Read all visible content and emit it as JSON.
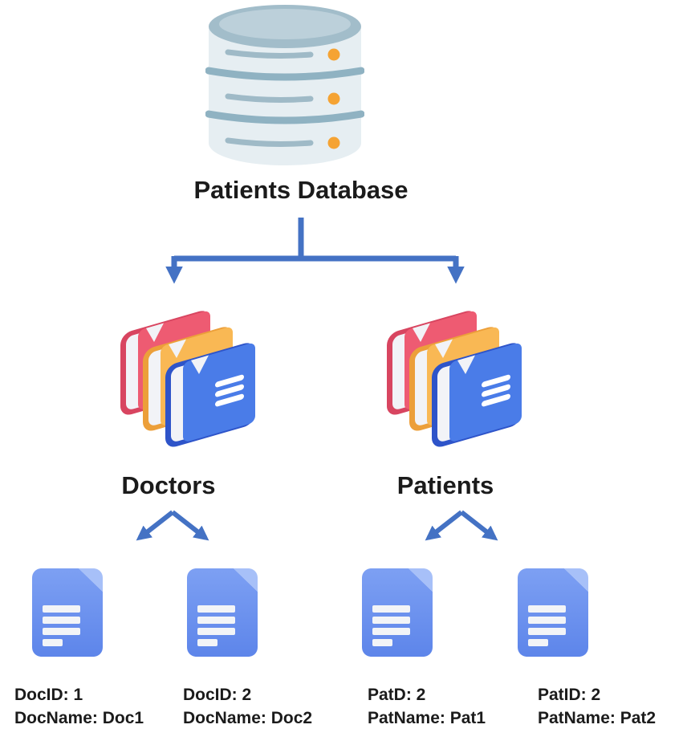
{
  "title": "Patients Database",
  "branches": [
    {
      "label": "Doctors",
      "documents": [
        {
          "id_line": "DocID: 1",
          "name_line": "DocName: Doc1"
        },
        {
          "id_line": "DocID: 2",
          "name_line": "DocName: Doc2"
        }
      ]
    },
    {
      "label": "Patients",
      "documents": [
        {
          "id_line": "PatD: 2",
          "name_line": "PatName: Pat1"
        },
        {
          "id_line": "PatID: 2",
          "name_line": "PatName: Pat2"
        }
      ]
    }
  ],
  "icons": {
    "root": "database-icon",
    "branch": "folder-stack-icon",
    "leaf": "document-icon",
    "connectors": [
      "down-arrow",
      "split-arrows"
    ]
  },
  "colors": {
    "arrow": "#4472c4",
    "text": "#1b1b1b",
    "db_body": "#e6eef2",
    "db_top": "#a2bdca",
    "db_top_highlight": "#bcd0da",
    "db_separator": "#8fb2c2",
    "db_stripe": "#9fbac7",
    "db_dot": "#f5a333",
    "folder_red": "#ee5b72",
    "folder_red_dark": "#d84560",
    "folder_orange": "#f9b854",
    "folder_orange_dark": "#ec9f3a",
    "folder_blue": "#4a7ce8",
    "folder_blue_dark": "#2e54c9",
    "folder_pages": "#f2f3f7",
    "doc_body_top": "#7da0f3",
    "doc_body_bottom": "#5d85ea",
    "doc_fold": "#a7c0f8",
    "doc_stripe": "#f2f4f7"
  }
}
